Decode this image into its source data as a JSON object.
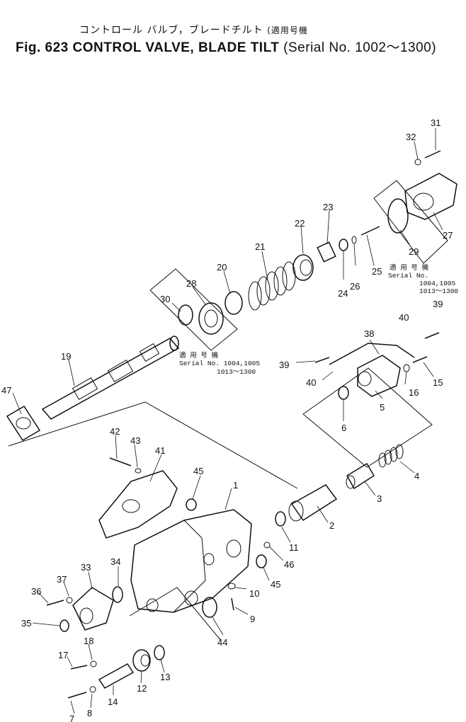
{
  "title": {
    "jp": "コントロール バルブ，ブレードチルト",
    "jp_paren": "(適用号機",
    "figure": "Fig. 623 CONTROL VALVE, BLADE TILT",
    "serial": "(Serial No. 1002～1300)"
  },
  "notes": [
    {
      "id": "note-a",
      "jp": "適 用 号 機",
      "l1": "Serial No. 1004,1005",
      "l2": "1013～1300"
    },
    {
      "id": "note-b",
      "jp": "適 用 号 機",
      "l1": "Serial No.",
      "l2": "1004,1005",
      "l3": "1013～1300"
    }
  ],
  "part_numbers": [
    "1",
    "2",
    "3",
    "4",
    "5",
    "6",
    "7",
    "8",
    "9",
    "10",
    "11",
    "12",
    "13",
    "14",
    "15",
    "16",
    "17",
    "18",
    "19",
    "20",
    "21",
    "22",
    "23",
    "24",
    "25",
    "26",
    "27",
    "28",
    "29",
    "30",
    "31",
    "32",
    "33",
    "34",
    "35",
    "36",
    "37",
    "38",
    "39",
    "39",
    "40",
    "40",
    "41",
    "42",
    "43",
    "44",
    "45",
    "45",
    "46",
    "47"
  ]
}
